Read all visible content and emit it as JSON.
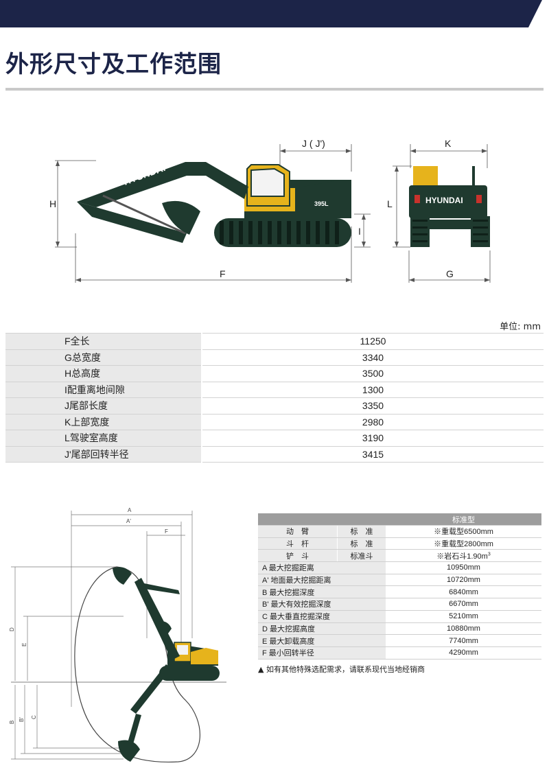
{
  "page": {
    "title": "外形尺寸及工作范围",
    "unit_label": "单位: mm",
    "brand": "HYUNDAI",
    "model_badge": "395L"
  },
  "colors": {
    "navy": "#1c2448",
    "machine_green": "#1f3a2f",
    "machine_yellow": "#e6b31c",
    "table_grey": "#e9e9e9",
    "header_grey": "#9d9d9d"
  },
  "dimension_diagram": {
    "labels": {
      "H": "H",
      "F": "F",
      "I": "I",
      "J": "J ( J')",
      "K": "K",
      "L": "L",
      "G": "G"
    }
  },
  "spec_table": {
    "rows": [
      {
        "label": "F全长",
        "value": "11250"
      },
      {
        "label": "G总宽度",
        "value": "3340"
      },
      {
        "label": "H总高度",
        "value": "3500"
      },
      {
        "label": "I配重离地间隙",
        "value": "1300"
      },
      {
        "label": "J尾部长度",
        "value": "3350"
      },
      {
        "label": "K上部宽度",
        "value": "2980"
      },
      {
        "label": "L驾驶室高度",
        "value": "3190"
      },
      {
        "label": "J'尾部回转半径",
        "value": "3415"
      }
    ]
  },
  "range_diagram": {
    "labels": {
      "A": "A",
      "A2": "A'",
      "F": "F",
      "D": "D",
      "E": "E",
      "B": "B",
      "B2": "B'",
      "C": "C"
    }
  },
  "work_table": {
    "header": "标准型",
    "config_rows": [
      {
        "c1": "动　臂",
        "c2": "标　准",
        "value": "※重载型6500mm"
      },
      {
        "c1": "斗　杆",
        "c2": "标　准",
        "value": "※重载型2800mm"
      },
      {
        "c1": "铲　斗",
        "c2": "标准斗",
        "value": "※岩石斗1.90m",
        "sup": "3"
      }
    ],
    "rows": [
      {
        "label": "A 最大挖掘距离",
        "value": "10950mm"
      },
      {
        "label": "A' 地面最大挖掘距离",
        "value": "10720mm"
      },
      {
        "label": "B 最大挖掘深度",
        "value": "6840mm"
      },
      {
        "label": "B' 最大有效挖掘深度",
        "value": "6670mm"
      },
      {
        "label": "C 最大垂直挖掘深度",
        "value": "5210mm"
      },
      {
        "label": "D 最大挖掘高度",
        "value": "10880mm"
      },
      {
        "label": "E 最大卸载高度",
        "value": "7740mm"
      },
      {
        "label": "F 最小回转半径",
        "value": "4290mm"
      }
    ],
    "note": "▲ 如有其他特殊选配需求，请联系现代当地经销商"
  }
}
